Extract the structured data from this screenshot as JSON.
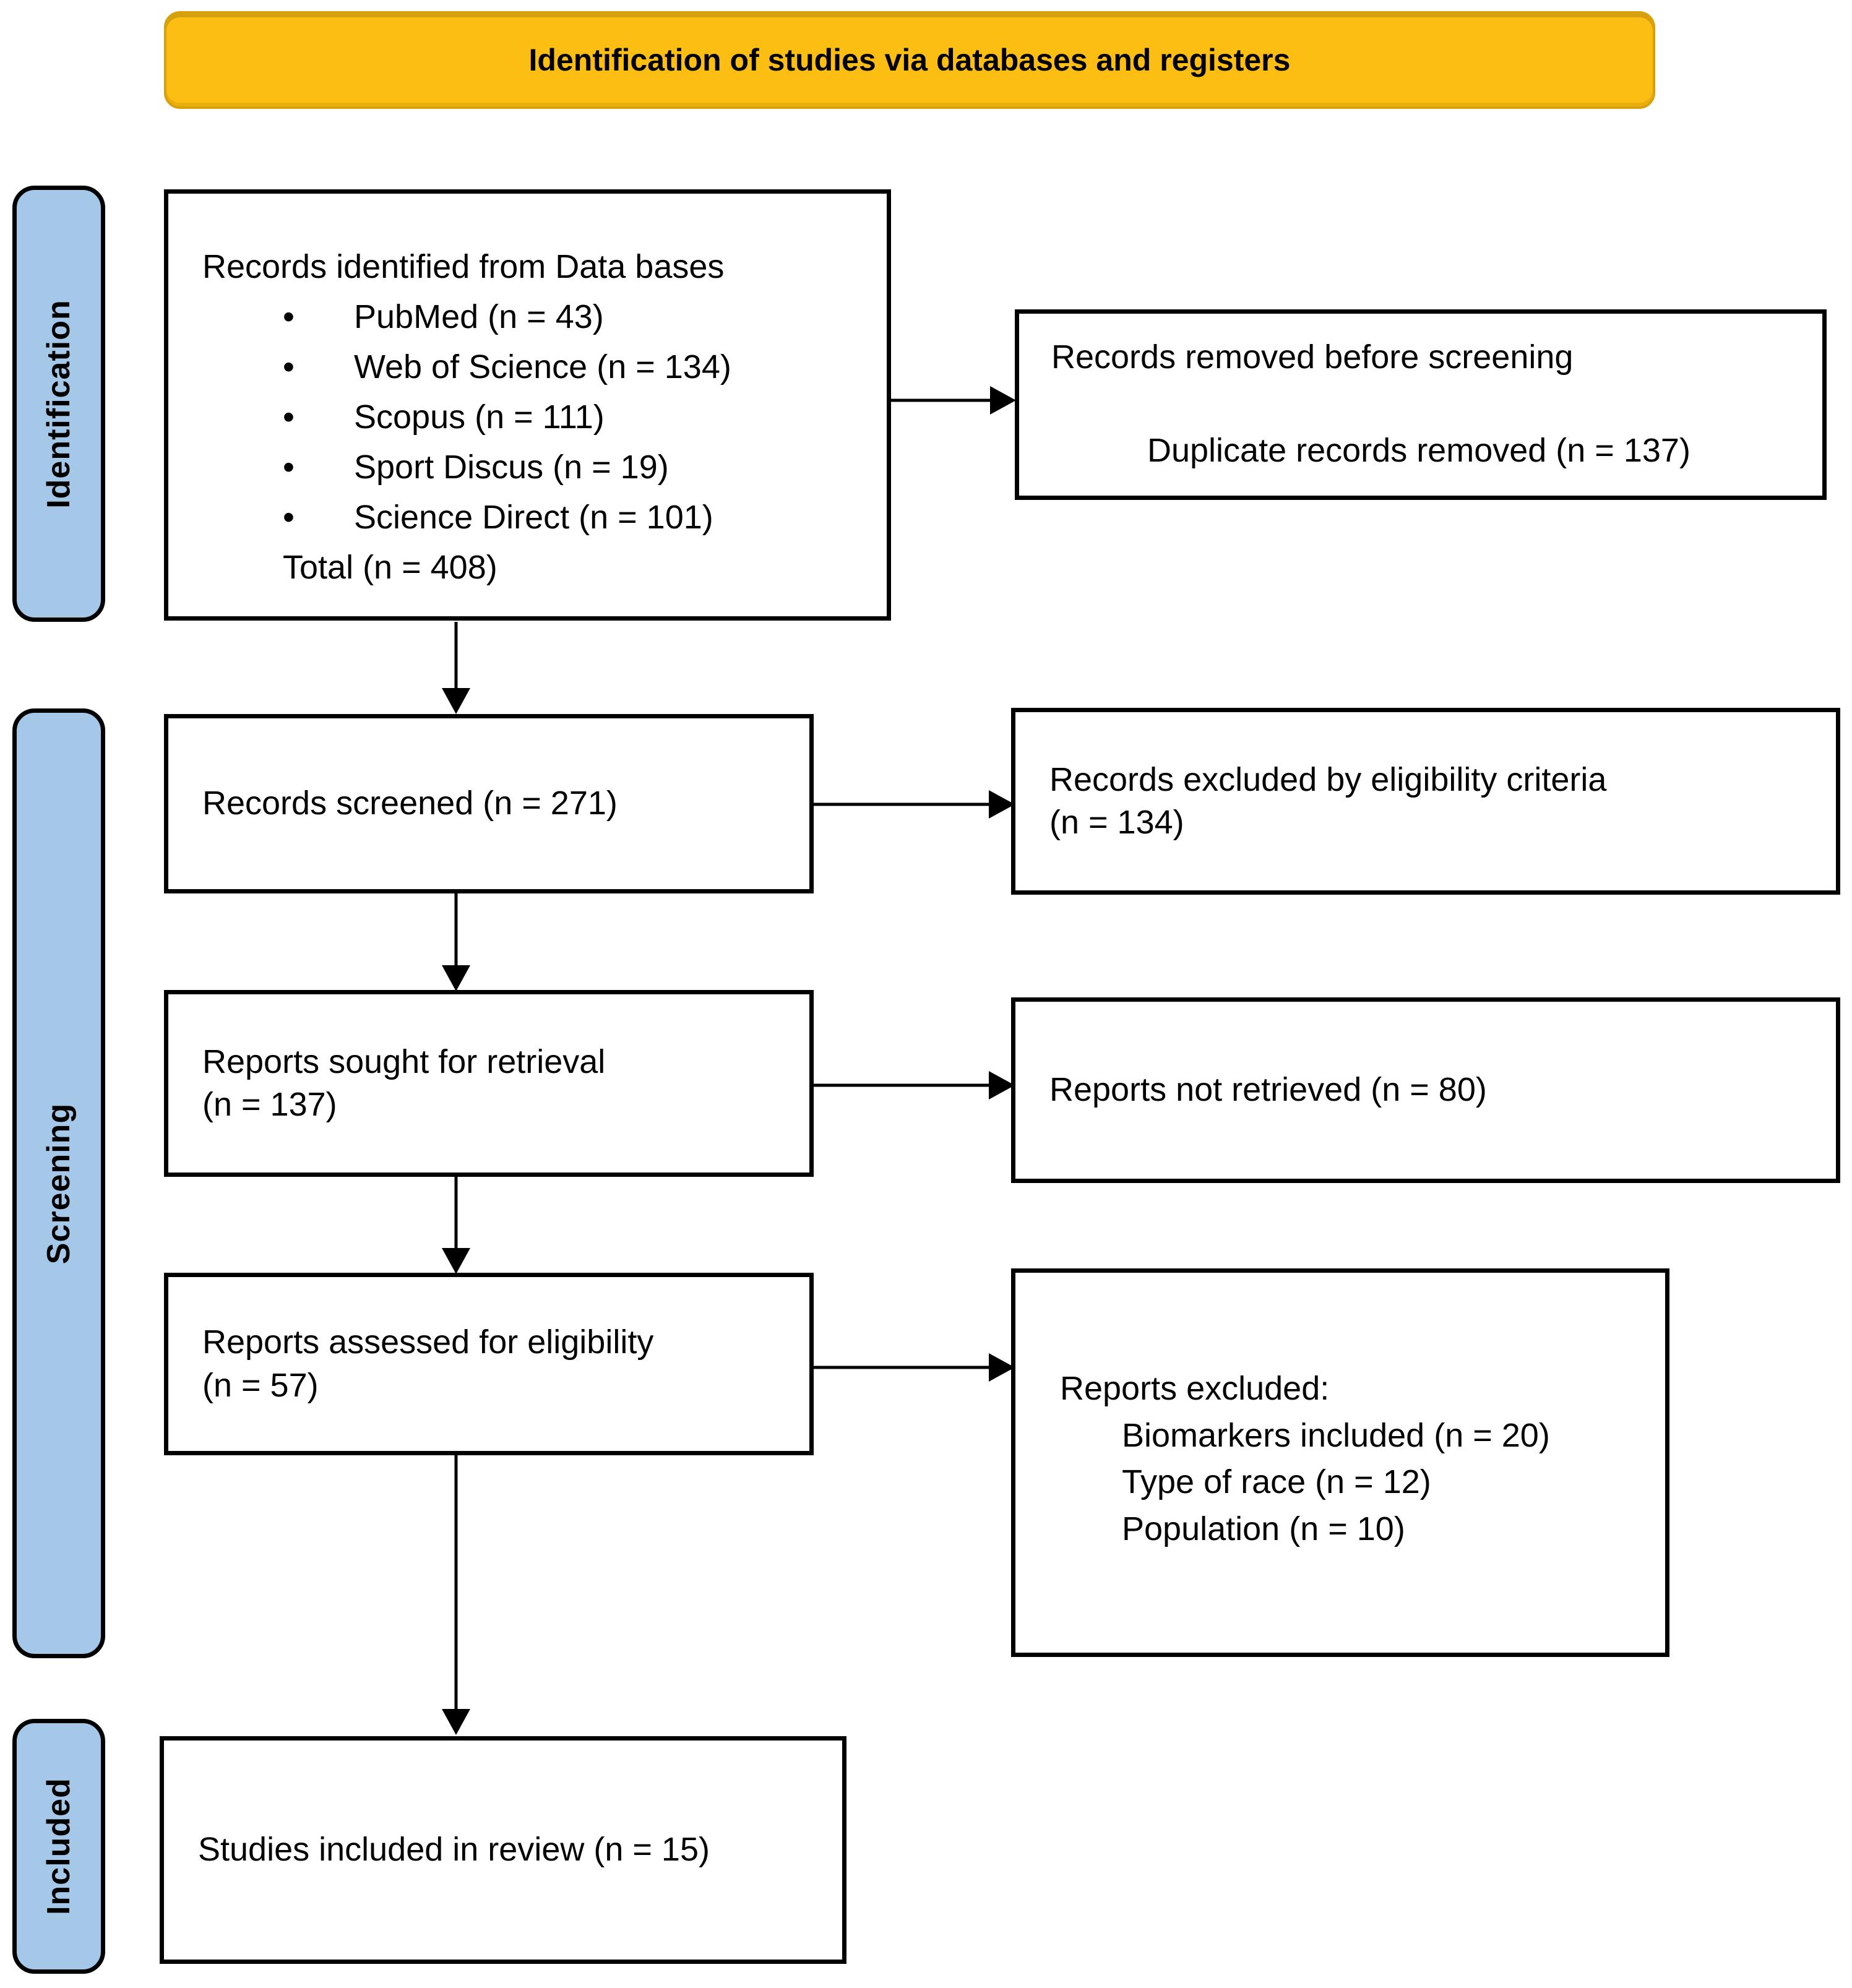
{
  "colors": {
    "banner_bg": "#FDBE14",
    "stage_bg": "#A5C8E9",
    "line": "#000000"
  },
  "banner": {
    "title": "Identification of studies via databases and registers"
  },
  "stages": {
    "identification": "Identification",
    "screening": "Screening",
    "included": "Included"
  },
  "boxes": {
    "identified": {
      "title": "Records identified from Data bases",
      "bullets": [
        "PubMed (n = 43)",
        "Web of Science (n = 134)",
        "Scopus (n = 111)",
        "Sport Discus (n = 19)",
        "Science Direct (n = 101)"
      ],
      "total": "Total (n = 408)"
    },
    "removed": {
      "line1": "Records removed before screening",
      "line2": "Duplicate records removed (n = 137)"
    },
    "screened": {
      "text": "Records screened (n = 271)"
    },
    "excluded_eligibility": {
      "line1": "Records excluded by eligibility criteria",
      "line2": "(n = 134)"
    },
    "sought": {
      "line1": "Reports sought for retrieval",
      "line2": "(n = 137)"
    },
    "not_retrieved": {
      "text": "Reports not retrieved (n = 80)"
    },
    "assessed": {
      "line1": "Reports assessed for eligibility",
      "line2": "(n = 57)"
    },
    "reports_excluded": {
      "title": "Reports excluded:",
      "items": [
        "Biomarkers included (n = 20)",
        "Type of race (n = 12)",
        "Population (n = 10)"
      ]
    },
    "included_review": {
      "text": "Studies included in review (n = 15)"
    }
  }
}
